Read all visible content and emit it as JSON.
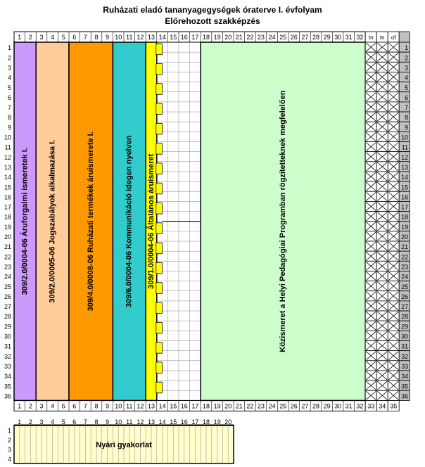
{
  "header": {
    "title": "Ruházati eladó tananyagegységek óraterve I. évfolyam",
    "subtitle": "Előrehozott szakképzés"
  },
  "columns": {
    "numbers": [
      "1",
      "2",
      "3",
      "4",
      "5",
      "6",
      "7",
      "8",
      "9",
      "10",
      "11",
      "12",
      "13",
      "14",
      "15",
      "16",
      "17",
      "18",
      "19",
      "20",
      "21",
      "22",
      "23",
      "24",
      "25",
      "26",
      "27",
      "28",
      "29",
      "30",
      "31",
      "32"
    ],
    "extra_labels": [
      "tn",
      "tn",
      "of"
    ],
    "extra_numbers": [
      "33",
      "34",
      "35"
    ]
  },
  "rows": {
    "numbers": [
      "1",
      "2",
      "3",
      "4",
      "5",
      "6",
      "7",
      "8",
      "9",
      "10",
      "11",
      "12",
      "13",
      "14",
      "15",
      "16",
      "17",
      "18",
      "19",
      "20",
      "21",
      "22",
      "23",
      "24",
      "25",
      "26",
      "27",
      "28",
      "29",
      "30",
      "31",
      "32",
      "33",
      "34",
      "35",
      "36"
    ]
  },
  "blocks": [
    {
      "label": "309/2.0/0004-06 Áruforgalmi ismeretek I.",
      "color": "#cc99ff",
      "col_start": 1,
      "col_end": 2
    },
    {
      "label": "309/2.0/0005-06 Jogszabályok alkalmazása I.",
      "color": "#ffcc99",
      "col_start": 3,
      "col_end": 5
    },
    {
      "label": "309/4.0/0008-06 Ruházati termékek áruismerete I.",
      "color": "#ff9900",
      "col_start": 6,
      "col_end": 9
    },
    {
      "label": "309/6.0/0004-06 Kommunikáció idegen nyelven",
      "color": "#33cccc",
      "col_start": 10,
      "col_end": 12
    },
    {
      "label": "309/1.0/0004-06 Általános áruismeret",
      "color": "#ffff00",
      "col_start": 13,
      "col_end": 13
    },
    {
      "label": "Közismeret a Helyi Pedagógiai Programban rögzítetteknek megfelelően",
      "color": "#ccffcc",
      "col_start": 18,
      "col_end": 32
    }
  ],
  "summer": {
    "label": "Nyári gyakorlat",
    "color": "#ffffcc",
    "columns": [
      "1",
      "2",
      "3",
      "4",
      "5",
      "6",
      "7",
      "8",
      "9",
      "10",
      "11",
      "12",
      "13",
      "14",
      "15",
      "16",
      "17",
      "18",
      "19",
      "20"
    ],
    "rows": [
      "1",
      "2",
      "3",
      "4"
    ]
  }
}
